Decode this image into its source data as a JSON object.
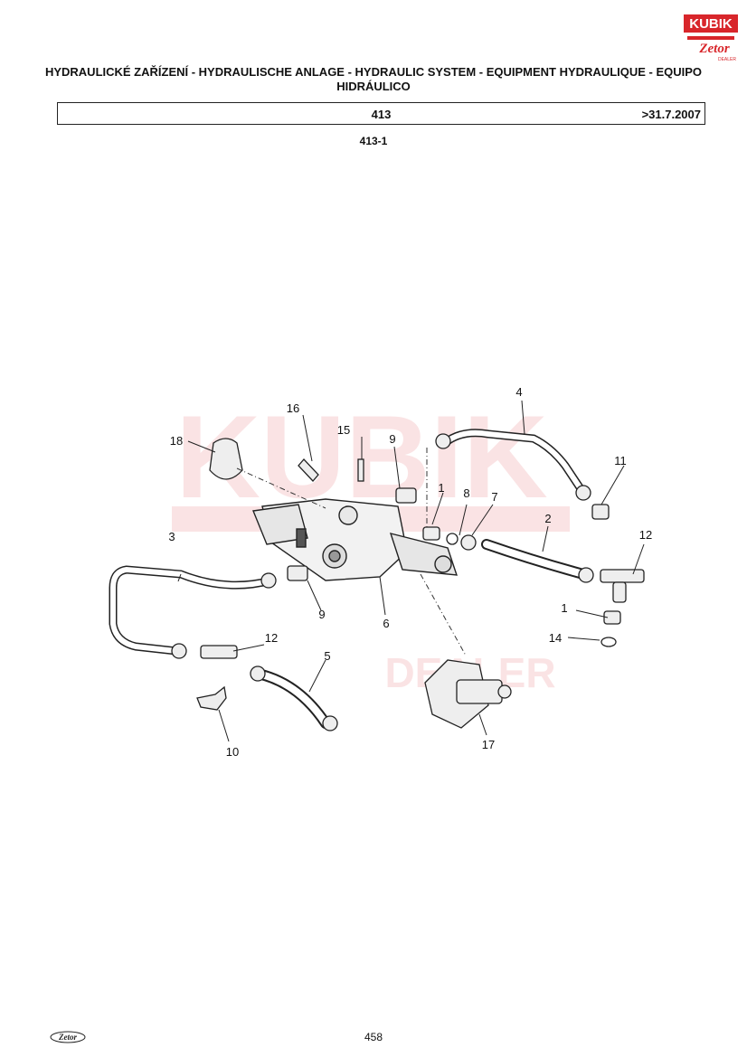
{
  "brand": {
    "logo_text": "KUBIK",
    "logo_sub": "Zetor",
    "logo_dealer": "DEALER",
    "watermark_text": "KUBIK",
    "watermark_sub": "DEALER",
    "color_red": "#d8262b"
  },
  "header": {
    "title": "HYDRAULICKÉ ZAŘÍZENÍ - HYDRAULISCHE ANLAGE - HYDRAULIC SYSTEM - EQUIPMENT HYDRAULIQUE - EQUIPO HIDRÁULICO",
    "group_number": "413",
    "valid_from": ">31.7.2007",
    "sub_group": "413-1"
  },
  "callouts": [
    {
      "label": "1"
    },
    {
      "label": "1"
    },
    {
      "label": "2"
    },
    {
      "label": "3"
    },
    {
      "label": "4"
    },
    {
      "label": "5"
    },
    {
      "label": "6"
    },
    {
      "label": "7"
    },
    {
      "label": "8"
    },
    {
      "label": "9"
    },
    {
      "label": "9"
    },
    {
      "label": "10"
    },
    {
      "label": "11"
    },
    {
      "label": "12"
    },
    {
      "label": "12"
    },
    {
      "label": "14"
    },
    {
      "label": "15"
    },
    {
      "label": "16"
    },
    {
      "label": "17"
    },
    {
      "label": "18"
    }
  ],
  "footer": {
    "logo_text": "Zetor",
    "page_number": "458"
  }
}
